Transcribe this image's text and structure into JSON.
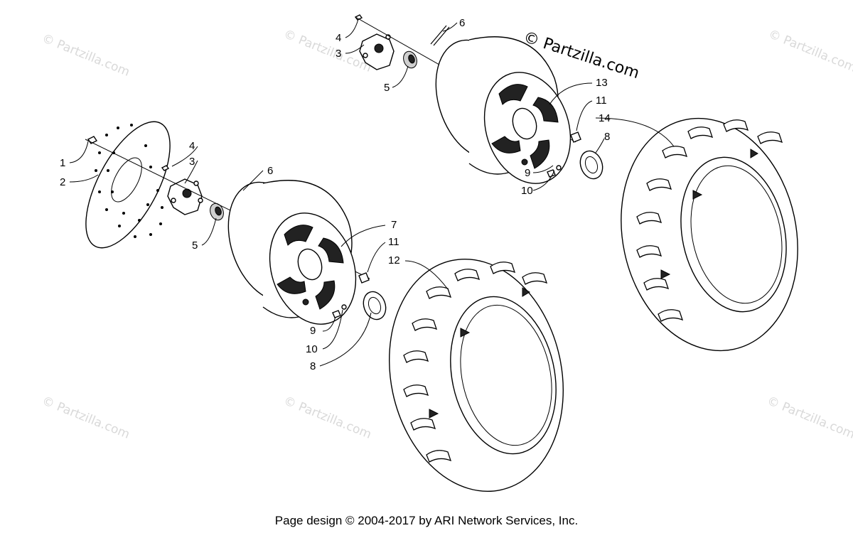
{
  "watermarks": [
    "© Partzilla.com",
    "© Partzilla.com",
    "© Partzilla.com",
    "© Partzilla.com",
    "© Partzilla.com",
    "© Partzilla.com",
    "© Partzilla.com"
  ],
  "brand_watermark": "© Partzilla.com",
  "footer": "Page design © 2004-2017 by ARI Network Services, Inc.",
  "callouts": {
    "c1": "1",
    "c2": "2",
    "c3a": "3",
    "c4a": "4",
    "c5a": "5",
    "c6a": "6",
    "c7": "7",
    "c8a": "8",
    "c9a": "9",
    "c10a": "10",
    "c11a": "11",
    "c12": "12",
    "c3b": "3",
    "c4b": "4",
    "c5b": "5",
    "c6b": "6",
    "c8b": "8",
    "c9b": "9",
    "c10b": "10",
    "c11b": "11",
    "c13": "13",
    "c14": "14"
  }
}
